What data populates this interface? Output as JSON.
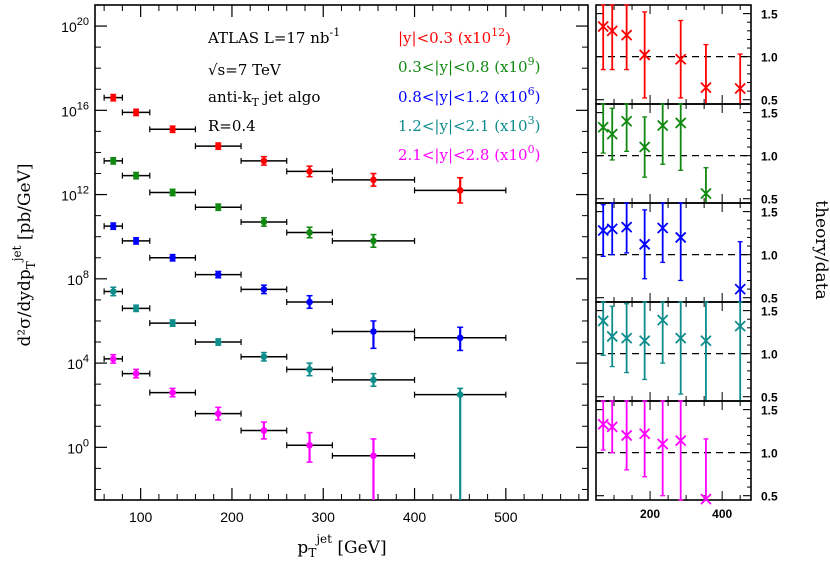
{
  "chart_data": {
    "type": "scatter",
    "main": {
      "xlabel": "p",
      "xlabel_sub": "T",
      "xlabel_sup": "jet",
      "xlabel_unit": " [GeV]",
      "ylabel": "d²σ/dydp",
      "ylabel_sub": "T",
      "ylabel_sup": "jet",
      "ylabel_unit": " [pb/GeV]",
      "xlim": [
        50,
        590
      ],
      "ylim_log10": [
        -2.5,
        21.0
      ],
      "xticks": [
        100,
        200,
        300,
        400,
        500
      ],
      "xtick_labels": [
        "100",
        "200",
        "300",
        "400",
        "500"
      ],
      "yticks_log10": [
        0,
        4,
        8,
        12,
        16,
        20
      ],
      "ytick_base": "10",
      "ytick_exponents": [
        "0",
        "4",
        "8",
        "12",
        "16",
        "20"
      ],
      "bin_edges": [
        60,
        80,
        110,
        160,
        210,
        260,
        310,
        400,
        500
      ],
      "series": [
        {
          "name": "|y|<0.3",
          "scale": "(x10",
          "scale_exp": "12",
          "scale_close": ")",
          "color": "#ff0000",
          "x": [
            70,
            95,
            135,
            185,
            235,
            285,
            355,
            450
          ],
          "log10_y": [
            16.6,
            15.9,
            15.1,
            14.3,
            13.6,
            13.1,
            12.7,
            12.2
          ],
          "err_up": [
            0.15,
            0.15,
            0.15,
            0.15,
            0.2,
            0.25,
            0.3,
            0.6
          ],
          "err_dn": [
            0.15,
            0.15,
            0.15,
            0.15,
            0.2,
            0.25,
            0.3,
            0.6
          ]
        },
        {
          "name": "0.3<|y|<0.8",
          "scale": "(x10",
          "scale_exp": "9",
          "scale_close": ")",
          "color": "#118811",
          "x": [
            70,
            95,
            135,
            185,
            235,
            285,
            355
          ],
          "log10_y": [
            13.6,
            12.9,
            12.1,
            11.4,
            10.7,
            10.2,
            9.8
          ],
          "err_up": [
            0.15,
            0.15,
            0.15,
            0.15,
            0.2,
            0.25,
            0.3
          ],
          "err_dn": [
            0.15,
            0.15,
            0.15,
            0.15,
            0.2,
            0.25,
            0.3
          ]
        },
        {
          "name": "0.8<|y|<1.2",
          "scale": "(x10",
          "scale_exp": "6",
          "scale_close": ")",
          "color": "#0000ff",
          "x": [
            70,
            95,
            135,
            185,
            235,
            285,
            355,
            450
          ],
          "log10_y": [
            10.5,
            9.8,
            9.0,
            8.2,
            7.5,
            6.9,
            5.5,
            5.2
          ],
          "err_up": [
            0.15,
            0.15,
            0.15,
            0.15,
            0.2,
            0.3,
            0.5,
            0.5
          ],
          "err_dn": [
            0.15,
            0.15,
            0.15,
            0.15,
            0.2,
            0.3,
            0.8,
            0.6
          ]
        },
        {
          "name": "1.2<|y|<2.1",
          "scale": "(x10",
          "scale_exp": "3",
          "scale_close": ")",
          "color": "#0f8c8c",
          "x": [
            70,
            95,
            135,
            185,
            235,
            285,
            355,
            450
          ],
          "log10_y": [
            7.4,
            6.6,
            5.9,
            5.0,
            4.3,
            3.7,
            3.2,
            2.5
          ],
          "err_up": [
            0.2,
            0.15,
            0.15,
            0.15,
            0.2,
            0.3,
            0.3,
            0.3
          ],
          "err_dn": [
            0.2,
            0.15,
            0.15,
            0.15,
            0.2,
            0.3,
            0.3,
            5.0
          ]
        },
        {
          "name": "2.1<|y|<2.8",
          "scale": "(x10",
          "scale_exp": "0",
          "scale_close": ")",
          "color": "#ff00ff",
          "x": [
            70,
            95,
            135,
            185,
            235,
            285,
            355
          ],
          "log10_y": [
            4.2,
            3.5,
            2.6,
            1.6,
            0.8,
            0.1,
            -0.4
          ],
          "err_up": [
            0.2,
            0.2,
            0.2,
            0.3,
            0.4,
            0.6,
            0.8
          ],
          "err_dn": [
            0.2,
            0.2,
            0.2,
            0.3,
            0.4,
            0.8,
            3.0
          ]
        }
      ]
    },
    "ratio": {
      "ylabel": "theory/data",
      "ylim": [
        0.45,
        1.6
      ],
      "yticks": [
        0.5,
        1.0,
        1.5
      ],
      "ytick_labels": [
        "0.5",
        "1.0",
        "1.5"
      ],
      "xlim": [
        50,
        480
      ],
      "xticks": [
        200,
        400
      ],
      "xtick_labels": [
        "200",
        "400"
      ],
      "panels": [
        {
          "color": "#ff0000",
          "x": [
            70,
            95,
            135,
            185,
            285,
            355,
            450
          ],
          "y": [
            1.35,
            1.3,
            1.25,
            1.02,
            0.97,
            0.64,
            0.63
          ],
          "err": [
            0.5,
            0.45,
            0.4,
            0.5,
            0.45,
            0.5,
            0.4
          ]
        },
        {
          "color": "#118811",
          "x": [
            70,
            95,
            135,
            185,
            235,
            285,
            355
          ],
          "y": [
            1.33,
            1.25,
            1.4,
            1.1,
            1.35,
            1.38,
            0.56
          ],
          "err": [
            0.3,
            0.3,
            0.35,
            0.35,
            0.45,
            0.55,
            0.3
          ]
        },
        {
          "color": "#0000ff",
          "x": [
            70,
            95,
            135,
            185,
            235,
            285,
            450
          ],
          "y": [
            1.28,
            1.3,
            1.32,
            1.12,
            1.31,
            1.2,
            0.6
          ],
          "err": [
            0.3,
            0.3,
            0.3,
            0.4,
            0.4,
            0.5,
            0.55
          ]
        },
        {
          "color": "#0f8c8c",
          "x": [
            70,
            95,
            135,
            185,
            235,
            285,
            355,
            450
          ],
          "y": [
            1.38,
            1.2,
            1.18,
            1.15,
            1.39,
            1.18,
            1.15,
            1.32
          ],
          "err": [
            0.4,
            0.35,
            0.4,
            0.45,
            0.5,
            0.65,
            0.9,
            1.0
          ]
        },
        {
          "color": "#ff00ff",
          "x": [
            70,
            95,
            135,
            185,
            235,
            285,
            355
          ],
          "y": [
            1.33,
            1.3,
            1.2,
            1.22,
            1.1,
            1.14,
            0.46
          ],
          "err": [
            0.3,
            0.3,
            0.4,
            0.5,
            0.6,
            0.7,
            0.7
          ]
        }
      ]
    },
    "annotations": [
      {
        "text": "ATLAS L=17 nb",
        "sup": "-1"
      },
      {
        "text": "√s=7 TeV",
        "sup": ""
      },
      {
        "text": "anti-k",
        "sub": "T",
        "after": " jet algo"
      },
      {
        "text": "R=0.4",
        "sup": ""
      }
    ]
  }
}
